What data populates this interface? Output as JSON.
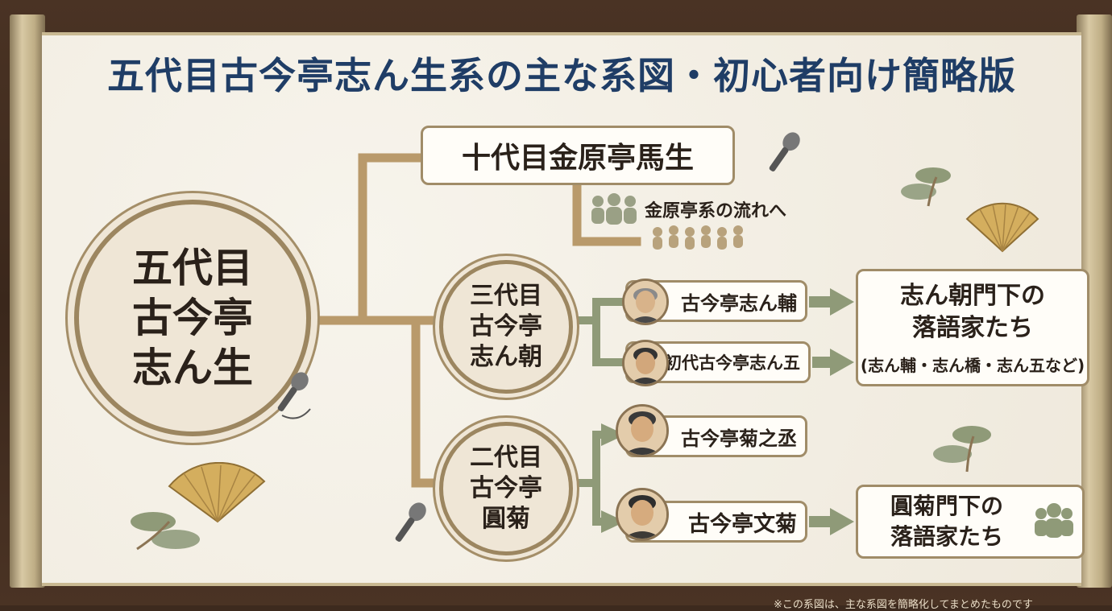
{
  "title": "五代目古今亭志ん生系の主な系図・初心者向け簡略版",
  "root": {
    "name": "五代目\n古今亭\n志ん生"
  },
  "branches": {
    "baba": {
      "name": "十代目金原亭馬生",
      "note": "金原亭系の流れへ"
    },
    "shincho": {
      "name": "三代目\n古今亭\n志ん朝",
      "disciples": [
        "古今亭志ん輔",
        "初代古今亭志ん五"
      ],
      "group_title": "志ん朝門下の\n落語家たち",
      "group_sub": "(志ん輔・志ん橋・志ん五など)"
    },
    "enkiku": {
      "name": "二代目\n古今亭\n圓菊",
      "disciples": [
        "古今亭菊之丞",
        "古今亭文菊"
      ],
      "group_title": "圓菊門下の\n落語家たち"
    }
  },
  "footnote": "※この系図は、主な系図を簡略化してまとめたものです",
  "colors": {
    "title": "#1f3d66",
    "line_tan": "#b99a6b",
    "line_olive": "#8f9a78",
    "frame": "#3d2a1e"
  },
  "icons": [
    "microphone-icon",
    "folding-fan-icon",
    "pine-bonsai-icon",
    "audience-icon",
    "person-group-icon",
    "rakugoka-face-icon"
  ]
}
